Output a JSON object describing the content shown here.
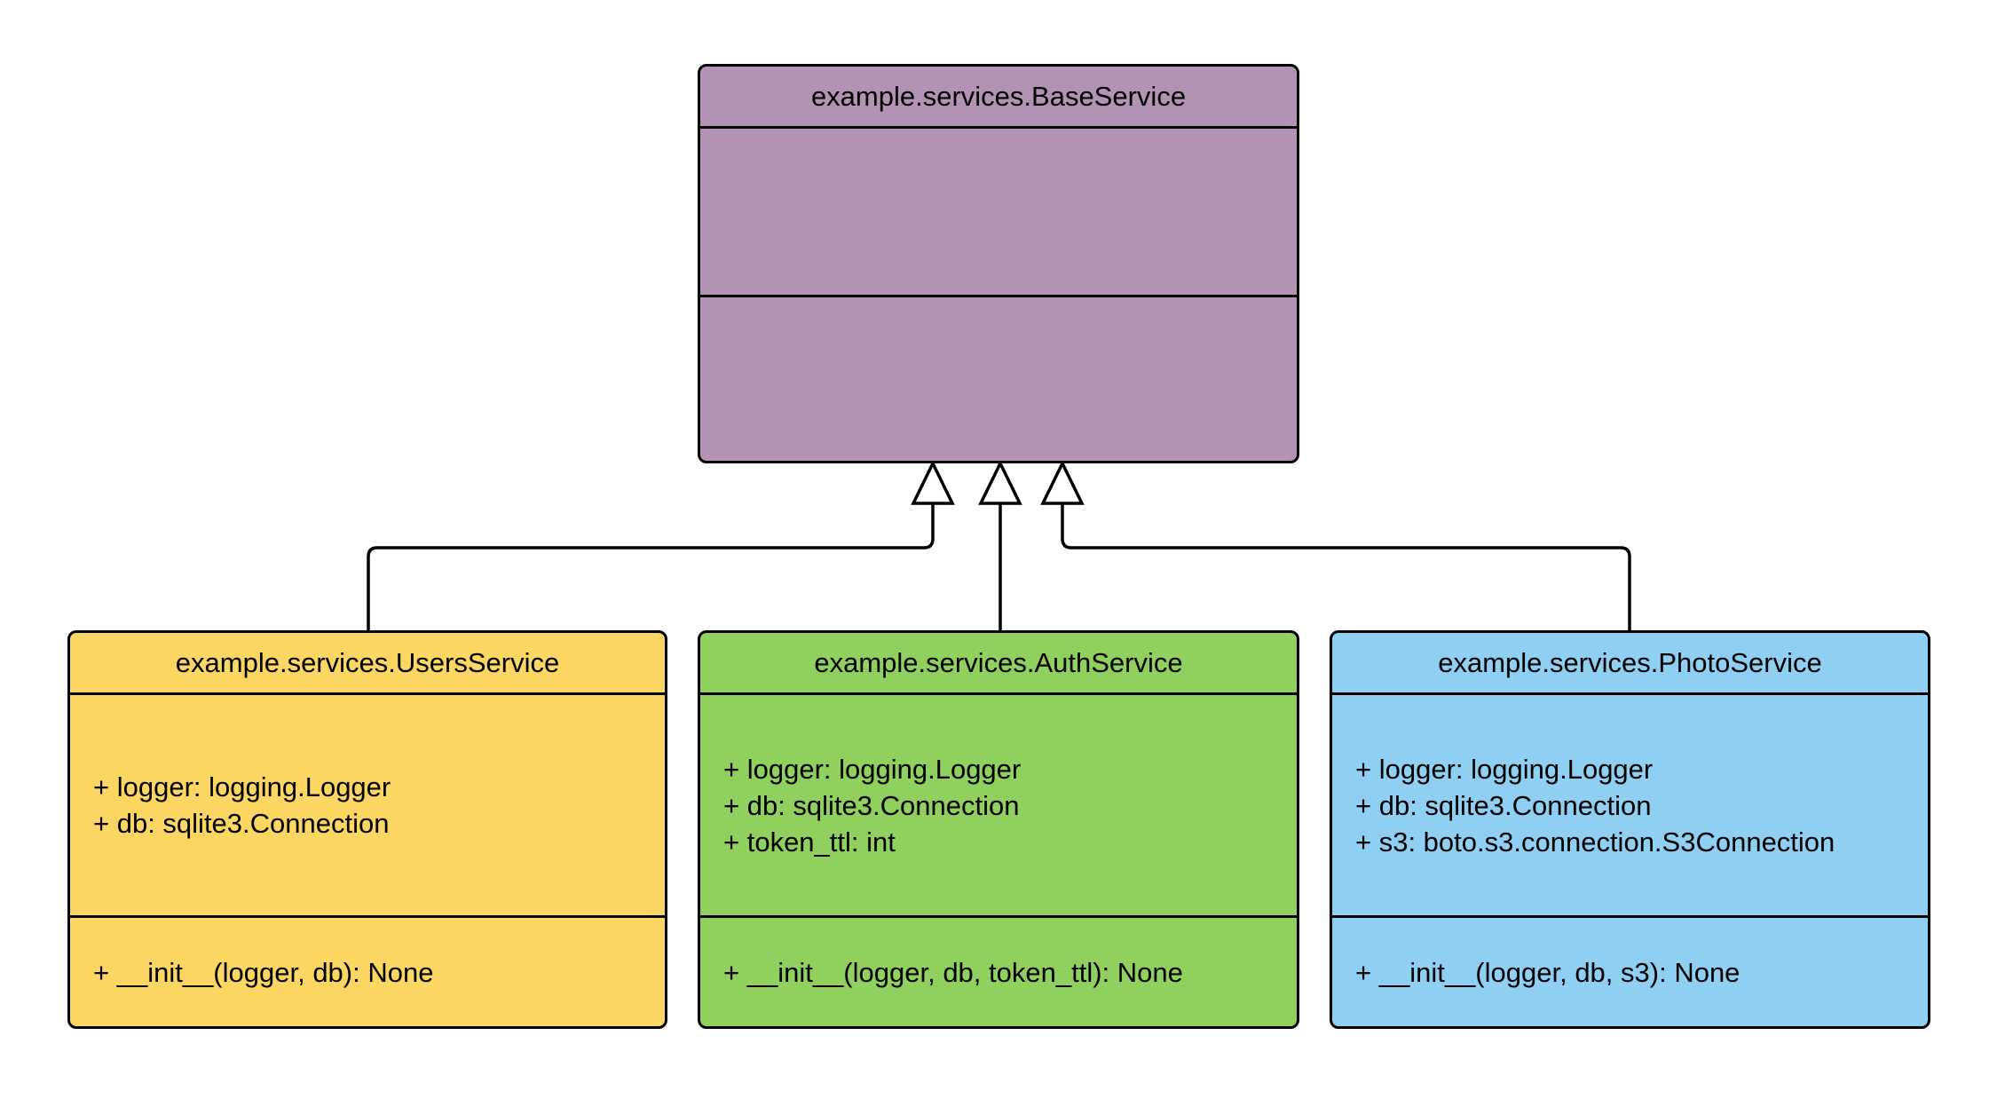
{
  "diagram": {
    "kind": "uml-class-diagram",
    "background_color": "#ffffff",
    "line_color": "#000000",
    "arrowhead_fill": "#ffffff",
    "classes": [
      {
        "id": "base",
        "name": "example.services.BaseService",
        "fill": "#b293b4",
        "attributes": [],
        "methods": []
      },
      {
        "id": "users",
        "name": "example.services.UsersService",
        "fill": "#fcd663",
        "attributes": [
          "+ logger: logging.Logger",
          "+ db: sqlite3.Connection"
        ],
        "methods": [
          "+ __init__(logger, db): None"
        ]
      },
      {
        "id": "auth",
        "name": "example.services.AuthService",
        "fill": "#8fd05f",
        "attributes": [
          "+ logger: logging.Logger",
          "+ db: sqlite3.Connection",
          "+ token_ttl: int"
        ],
        "methods": [
          "+ __init__(logger, db, token_ttl): None"
        ]
      },
      {
        "id": "photo",
        "name": "example.services.PhotoService",
        "fill": "#8fd0f2",
        "attributes": [
          "+ logger: logging.Logger",
          "+ db: sqlite3.Connection",
          "+ s3: boto.s3.connection.S3Connection"
        ],
        "methods": [
          "+ __init__(logger, db, s3): None"
        ]
      }
    ],
    "relations": [
      {
        "type": "inheritance",
        "from": "example.services.UsersService",
        "to": "example.services.BaseService"
      },
      {
        "type": "inheritance",
        "from": "example.services.AuthService",
        "to": "example.services.BaseService"
      },
      {
        "type": "inheritance",
        "from": "example.services.PhotoService",
        "to": "example.services.BaseService"
      }
    ]
  }
}
